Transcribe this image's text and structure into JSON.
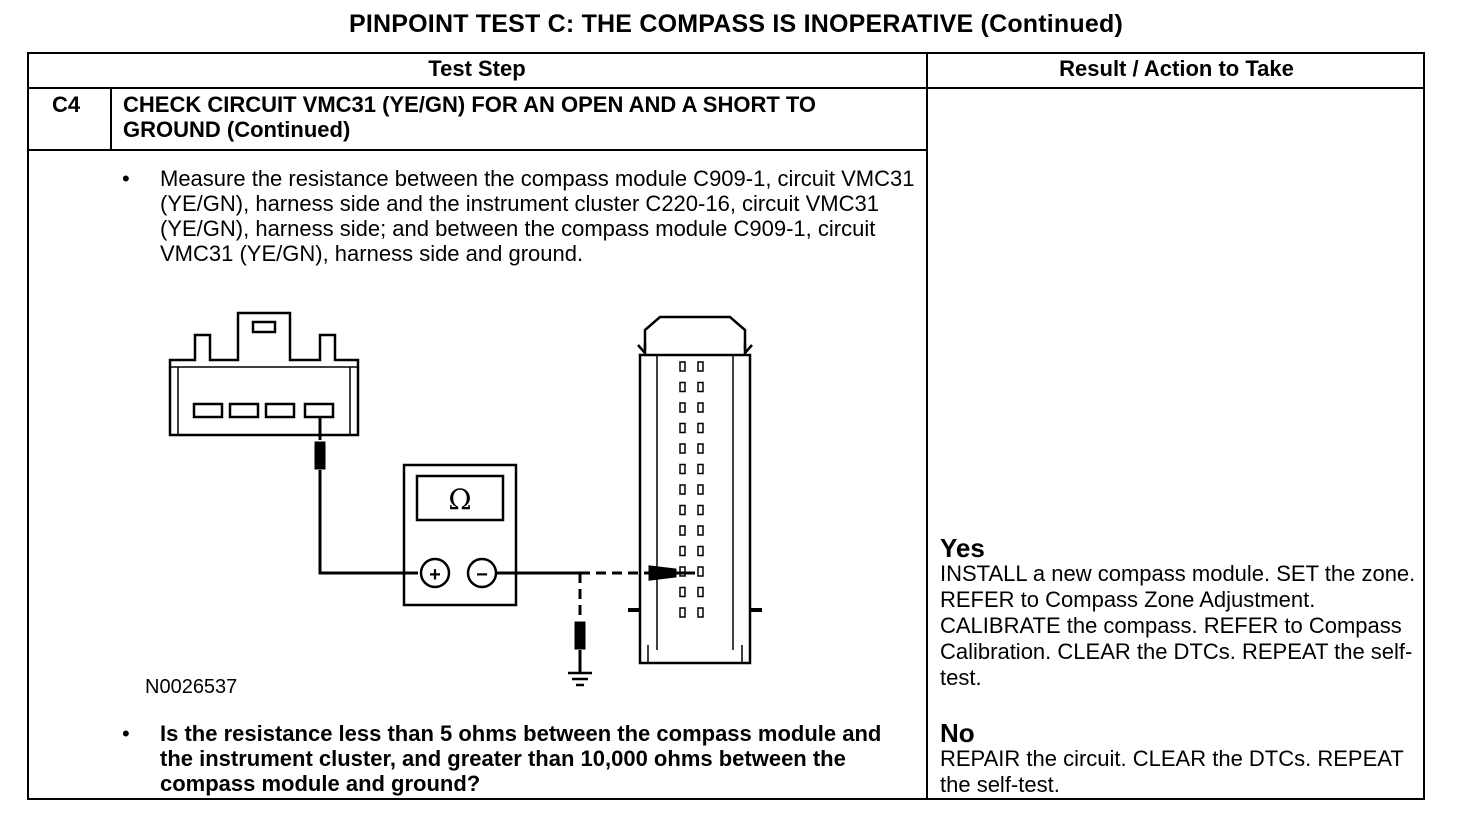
{
  "title": "PINPOINT TEST  C: THE COMPASS IS INOPERATIVE (Continued)",
  "table": {
    "col_test_step": "Test Step",
    "col_result": "Result / Action to Take"
  },
  "step": {
    "id": "C4",
    "title": "CHECK CIRCUIT VMC31 (YE/GN) FOR AN OPEN AND A SHORT TO GROUND (Continued)"
  },
  "instructions": {
    "bullet": "•",
    "measure": "Measure the resistance between the compass module C909-1, circuit VMC31 (YE/GN), harness side and the instrument cluster C220-16, circuit VMC31 (YE/GN), harness side; and between the  compass module C909-1, circuit VMC31 (YE/GN), harness side and ground.",
    "question": "Is the resistance less than 5 ohms between the compass module and the instrument cluster, and greater than 10,000 ohms between the compass module and ground?"
  },
  "figure": {
    "id": "N0026537",
    "meter_symbol": "Ω",
    "plus_symbol": "+",
    "minus_symbol": "−"
  },
  "results": {
    "yes_label": "Yes",
    "yes_text": "INSTALL a new compass module. SET the zone. REFER to Compass Zone Adjustment. CALIBRATE the compass. REFER to Compass Calibration. CLEAR the DTCs. REPEAT the self- test.",
    "no_label": "No",
    "no_text": "REPAIR the circuit. CLEAR the DTCs. REPEAT the self-test."
  }
}
